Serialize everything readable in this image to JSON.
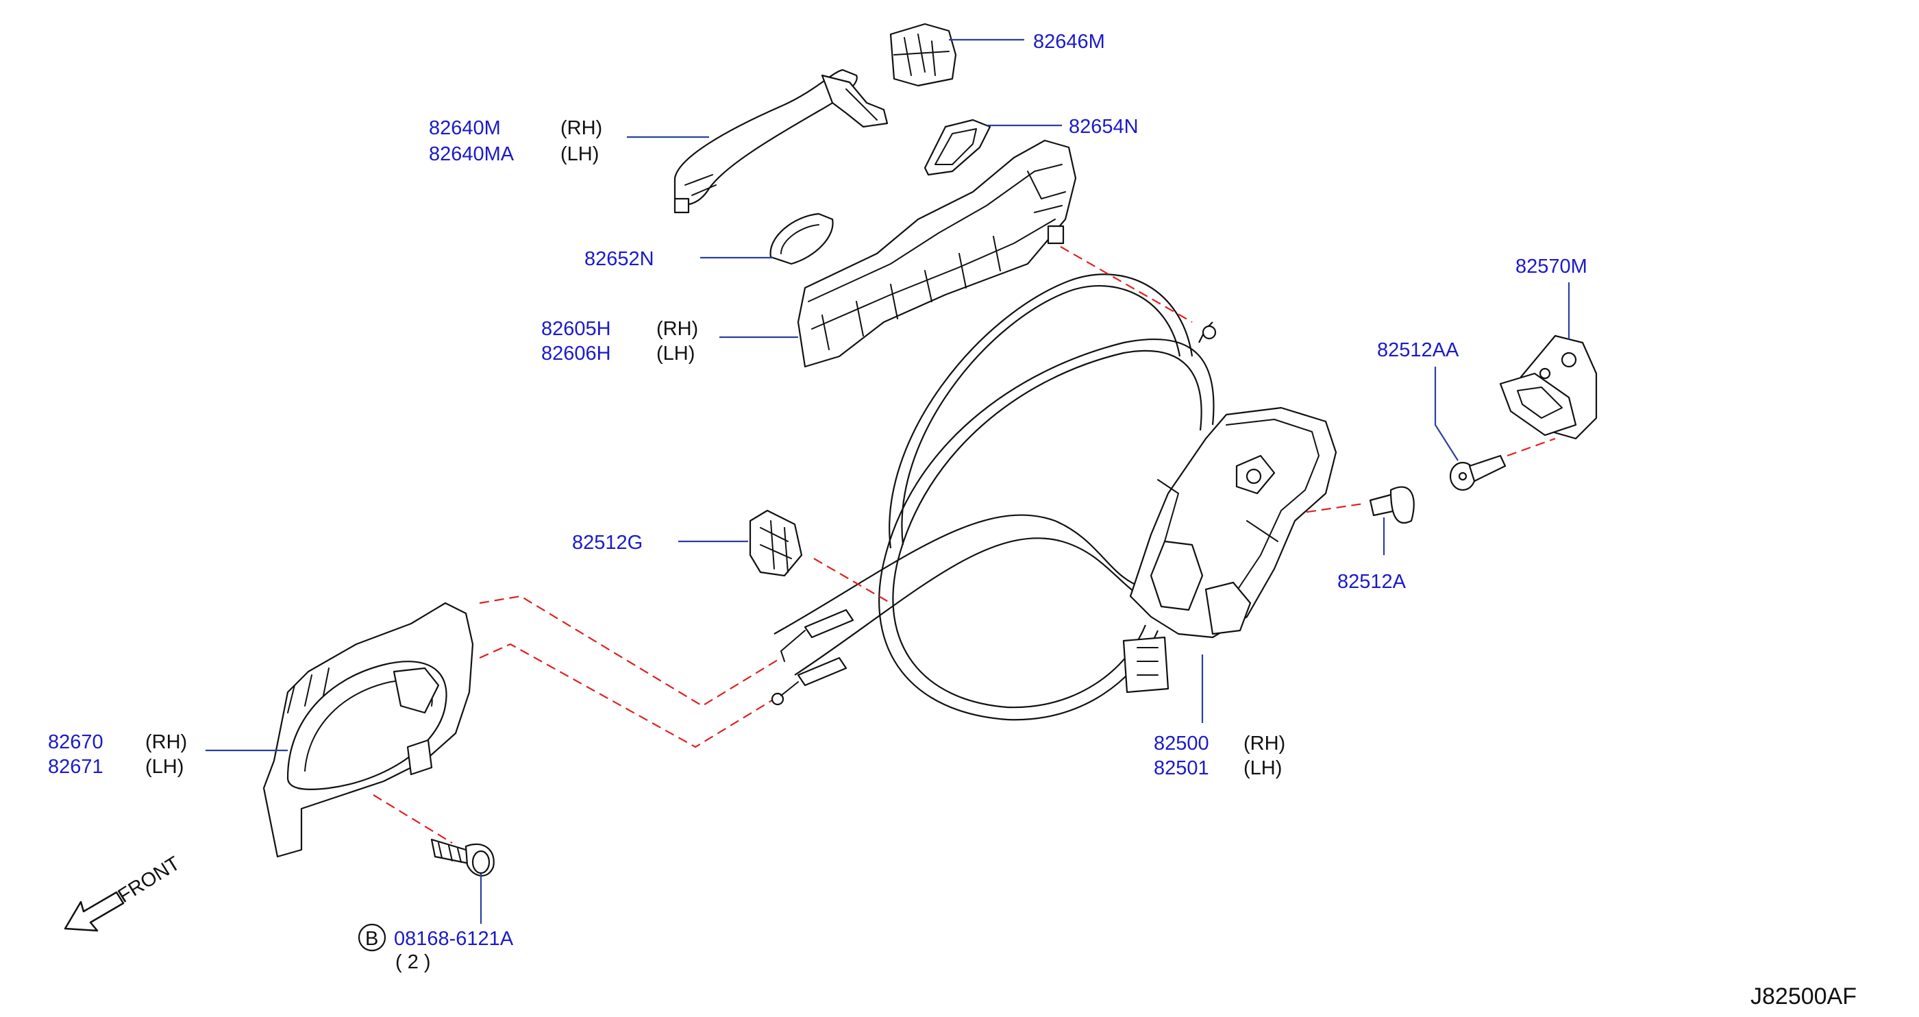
{
  "diagram_code": "J82500AF",
  "front_label": "FRONT",
  "colors": {
    "part_number": "#1a1acc",
    "leader": "#2a3fa0",
    "dashed_connector": "#e02020",
    "line_art": "#111111"
  },
  "labels": [
    {
      "id": "82646M",
      "part": "82646M",
      "suffix": ""
    },
    {
      "id": "82654N",
      "part": "82654N",
      "suffix": ""
    },
    {
      "id": "82640M",
      "part": "82640M",
      "suffix": "(RH)"
    },
    {
      "id": "82640MA",
      "part": "82640MA",
      "suffix": "(LH)"
    },
    {
      "id": "82652N",
      "part": "82652N",
      "suffix": ""
    },
    {
      "id": "82605H",
      "part": "82605H",
      "suffix": "(RH)"
    },
    {
      "id": "82606H",
      "part": "82606H",
      "suffix": "(LH)"
    },
    {
      "id": "82570M",
      "part": "82570M",
      "suffix": ""
    },
    {
      "id": "82512AA",
      "part": "82512AA",
      "suffix": ""
    },
    {
      "id": "82512G",
      "part": "82512G",
      "suffix": ""
    },
    {
      "id": "82512A",
      "part": "82512A",
      "suffix": ""
    },
    {
      "id": "82500",
      "part": "82500",
      "suffix": "(RH)"
    },
    {
      "id": "82501",
      "part": "82501",
      "suffix": "(LH)"
    },
    {
      "id": "82670",
      "part": "82670",
      "suffix": "(RH)"
    },
    {
      "id": "82671",
      "part": "82671",
      "suffix": "(LH)"
    }
  ],
  "bolt": {
    "badge": "B",
    "part": "08168-6121A",
    "quantity": "(  2  )"
  },
  "icons": [
    "front-arrow-icon",
    "bolt-badge-icon"
  ]
}
